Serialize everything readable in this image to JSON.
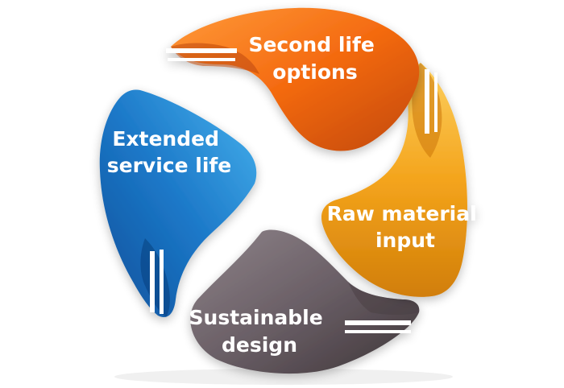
{
  "diagram": {
    "type": "cycle",
    "segments": [
      {
        "id": "second-life",
        "lines": [
          "Second life",
          "options"
        ],
        "color_main": "#f46a10",
        "color_light": "#ff9a3a",
        "color_dark": "#c2480a"
      },
      {
        "id": "raw-material",
        "lines": [
          "Raw material",
          "input"
        ],
        "color_main": "#f4a41c",
        "color_light": "#fcd060",
        "color_dark": "#d17e0a"
      },
      {
        "id": "sustainable-design",
        "lines": [
          "Sustainable",
          "design"
        ],
        "color_main": "#6a5f66",
        "color_light": "#8e8389",
        "color_dark": "#3e3539"
      },
      {
        "id": "extended-service",
        "lines": [
          "Extended",
          "service life"
        ],
        "color_main": "#1c78c8",
        "color_light": "#47b3ee",
        "color_dark": "#0d4f99"
      }
    ]
  }
}
